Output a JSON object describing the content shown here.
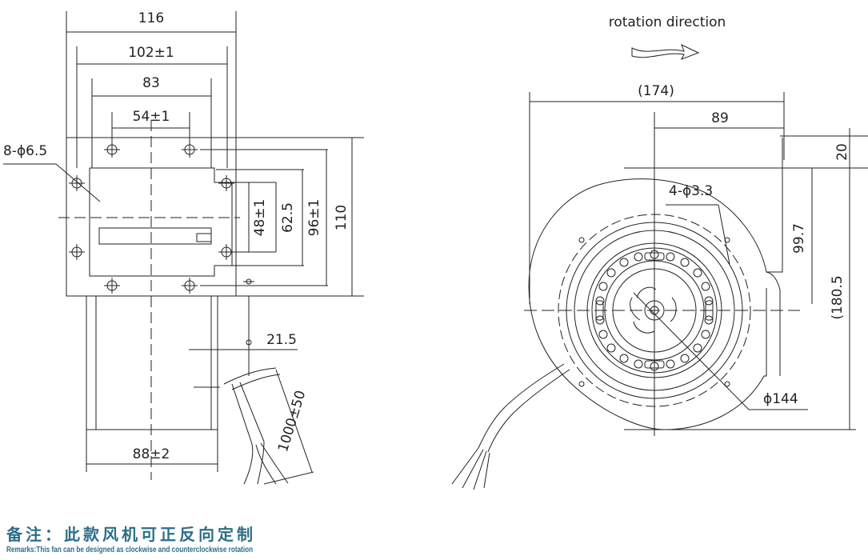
{
  "side_view": {
    "dims": {
      "width_116": "116",
      "width_102": "102±1",
      "width_83": "83",
      "width_54": "54±1",
      "holes": "8-ϕ6.5",
      "height_48": "48±1",
      "height_62": "62.5",
      "height_96": "96±1",
      "height_110": "110",
      "offset_21": "21.5",
      "width_88": "88±2",
      "cable": "1000±50"
    }
  },
  "front_view": {
    "rotation_label": "rotation direction",
    "dims": {
      "width_174": "(174)",
      "width_89": "89",
      "height_20": "20",
      "holes": "4-ϕ3.3",
      "height_99": "99.7",
      "height_180": "(180.5",
      "diameter": "ϕ144"
    }
  },
  "remarks": {
    "cn": "备注：此款风机可正反向定制",
    "en": "Remarks:This fan can be designed as clockwise and counterclockwise rotation"
  },
  "colors": {
    "line": "#222222",
    "remark": "#2d6f87"
  }
}
